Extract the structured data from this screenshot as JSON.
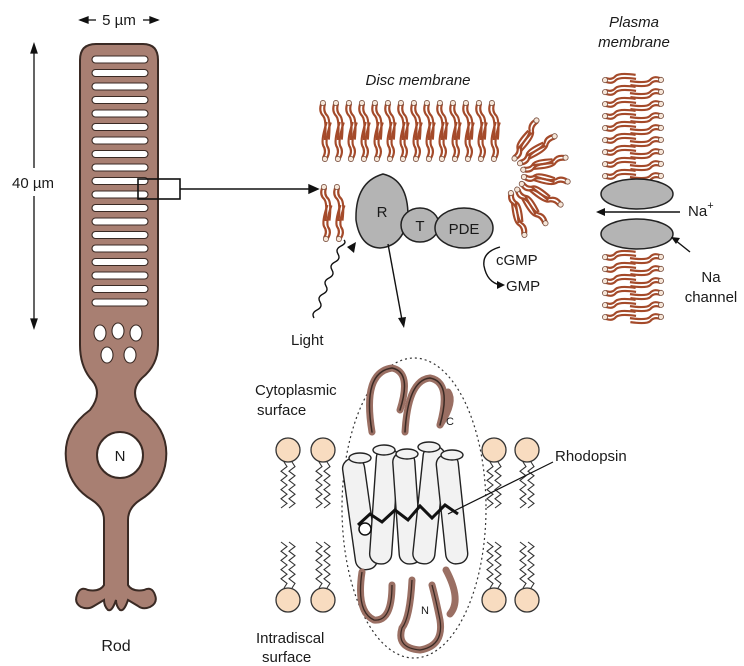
{
  "labels": {
    "width_scale": "5 µm",
    "length_scale": "40 µm",
    "nucleus": "N",
    "rod": "Rod",
    "disc_membrane": "Disc membrane",
    "plasma_membrane_line1": "Plasma",
    "plasma_membrane_line2": "membrane",
    "rhodopsin_R": "R",
    "transducin_T": "T",
    "pde": "PDE",
    "cgmp": "cGMP",
    "gmp": "GMP",
    "sodium_ion": "Na",
    "sodium_ion_charge": "+",
    "na_channel_line1": "Na",
    "na_channel_line2": "channel",
    "light": "Light",
    "cytoplasmic_line1": "Cytoplasmic",
    "cytoplasmic_line2": "surface",
    "rhodopsin": "Rhodopsin",
    "c_terminus": "C",
    "n_terminus": "N",
    "intradiscal_line1": "Intradiscal",
    "intradiscal_line2": "surface"
  },
  "colors": {
    "rod_fill": "#a87f72",
    "rod_stroke": "#3a2a24",
    "lipid_tail": "#a44a2a",
    "lipid_head": "#f6e6d8",
    "protein_grey": "#b4b4b4",
    "phospholipid_head": "#f8dcc0",
    "helix_brown": "#9a6f63"
  }
}
